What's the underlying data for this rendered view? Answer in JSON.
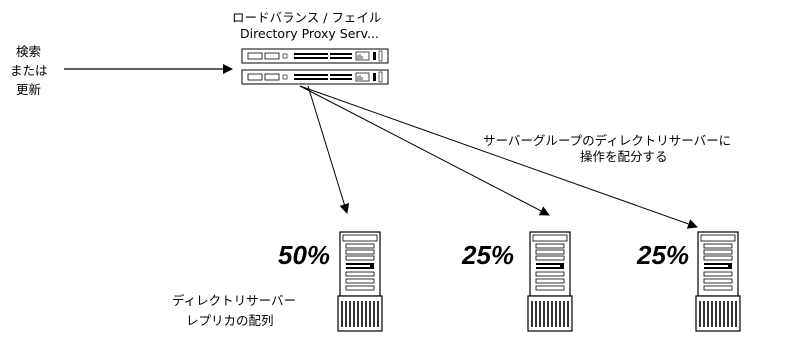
{
  "client": {
    "label_lines": [
      "検索",
      "または",
      "更新"
    ]
  },
  "proxy": {
    "title_line1": "ロードバランス / フェイル",
    "title_line2": "Directory Proxy Serv..."
  },
  "routing_note": {
    "line1": "サーバーグループのディレクトリサーバーに",
    "line2": "操作を配分する"
  },
  "replica_caption": {
    "line1": "ディレクトリサーバー",
    "line2": "レプリカの配列"
  },
  "servers": [
    {
      "share": "50%"
    },
    {
      "share": "25%"
    },
    {
      "share": "25%"
    }
  ]
}
